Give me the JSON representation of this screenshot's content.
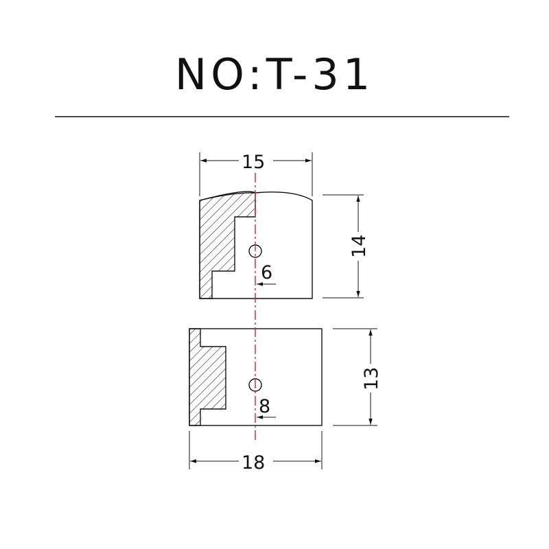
{
  "title": "NO:T-31",
  "top_view": {
    "width_label": "15",
    "height_label": "14",
    "hole_label": "6"
  },
  "bottom_view": {
    "width_label": "18",
    "height_label": "13",
    "hole_label": "8"
  },
  "colors": {
    "centerline": "#d9202a",
    "line": "#111111"
  }
}
